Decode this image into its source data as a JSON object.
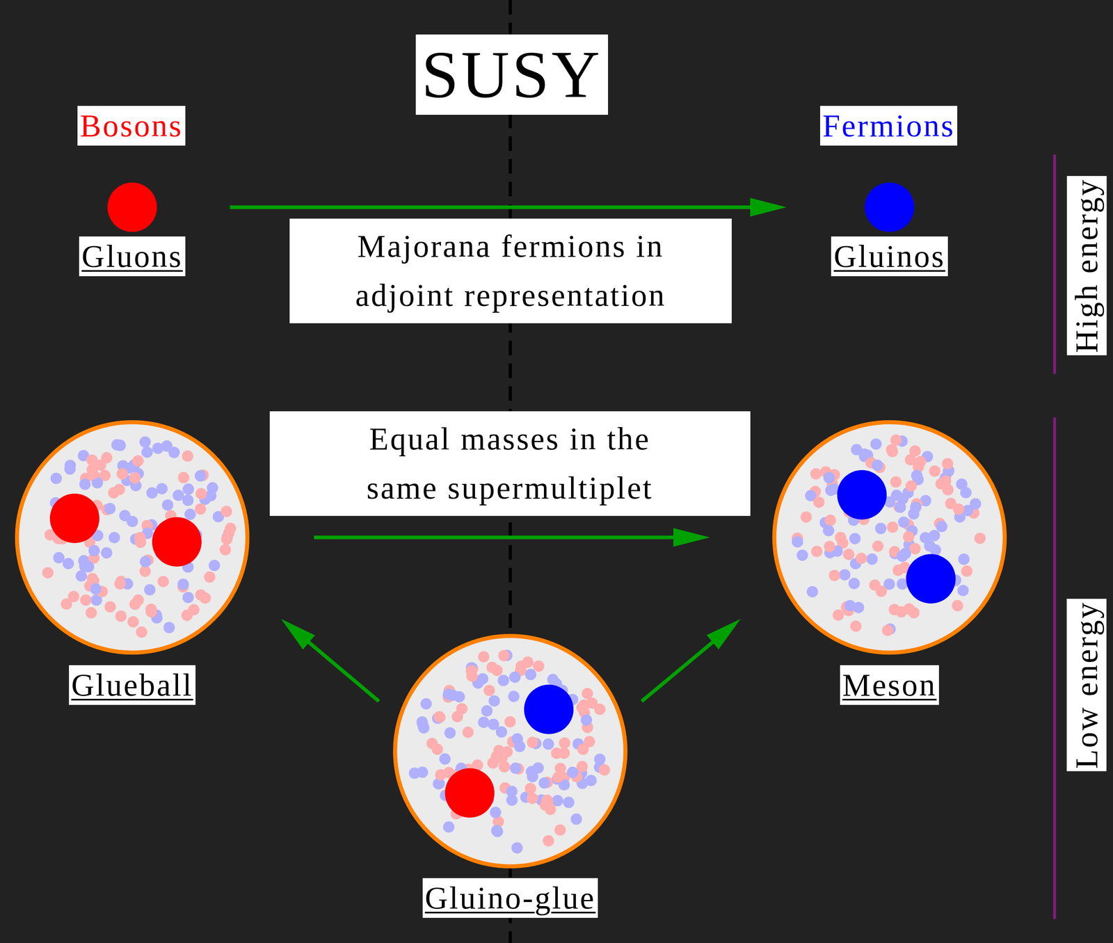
{
  "diagram": {
    "title": "SUSY",
    "nodes": [
      {
        "text": [
          "Gluons"
        ]
      },
      {
        "text": [
          "Gluinos"
        ]
      },
      {
        "text": [
          "Glueball"
        ]
      },
      {
        "text": [
          "Meson"
        ]
      },
      {
        "text": [
          "Gluino-glue"
        ]
      }
    ],
    "edges": [
      {
        "from": 0,
        "to": 1,
        "arrow": "to",
        "label": "Majorana fermions in adjoint representation"
      },
      {
        "from": 2,
        "to": 3,
        "arrow": "to",
        "label": "Equal masses in the same supermultiplet"
      },
      {
        "from": 4,
        "to": 2,
        "arrow": "to"
      },
      {
        "from": 4,
        "to": 3,
        "arrow": "to"
      }
    ],
    "labels": [
      "Bosons",
      "Fermions",
      "High energy",
      "Low energy"
    ]
  }
}
